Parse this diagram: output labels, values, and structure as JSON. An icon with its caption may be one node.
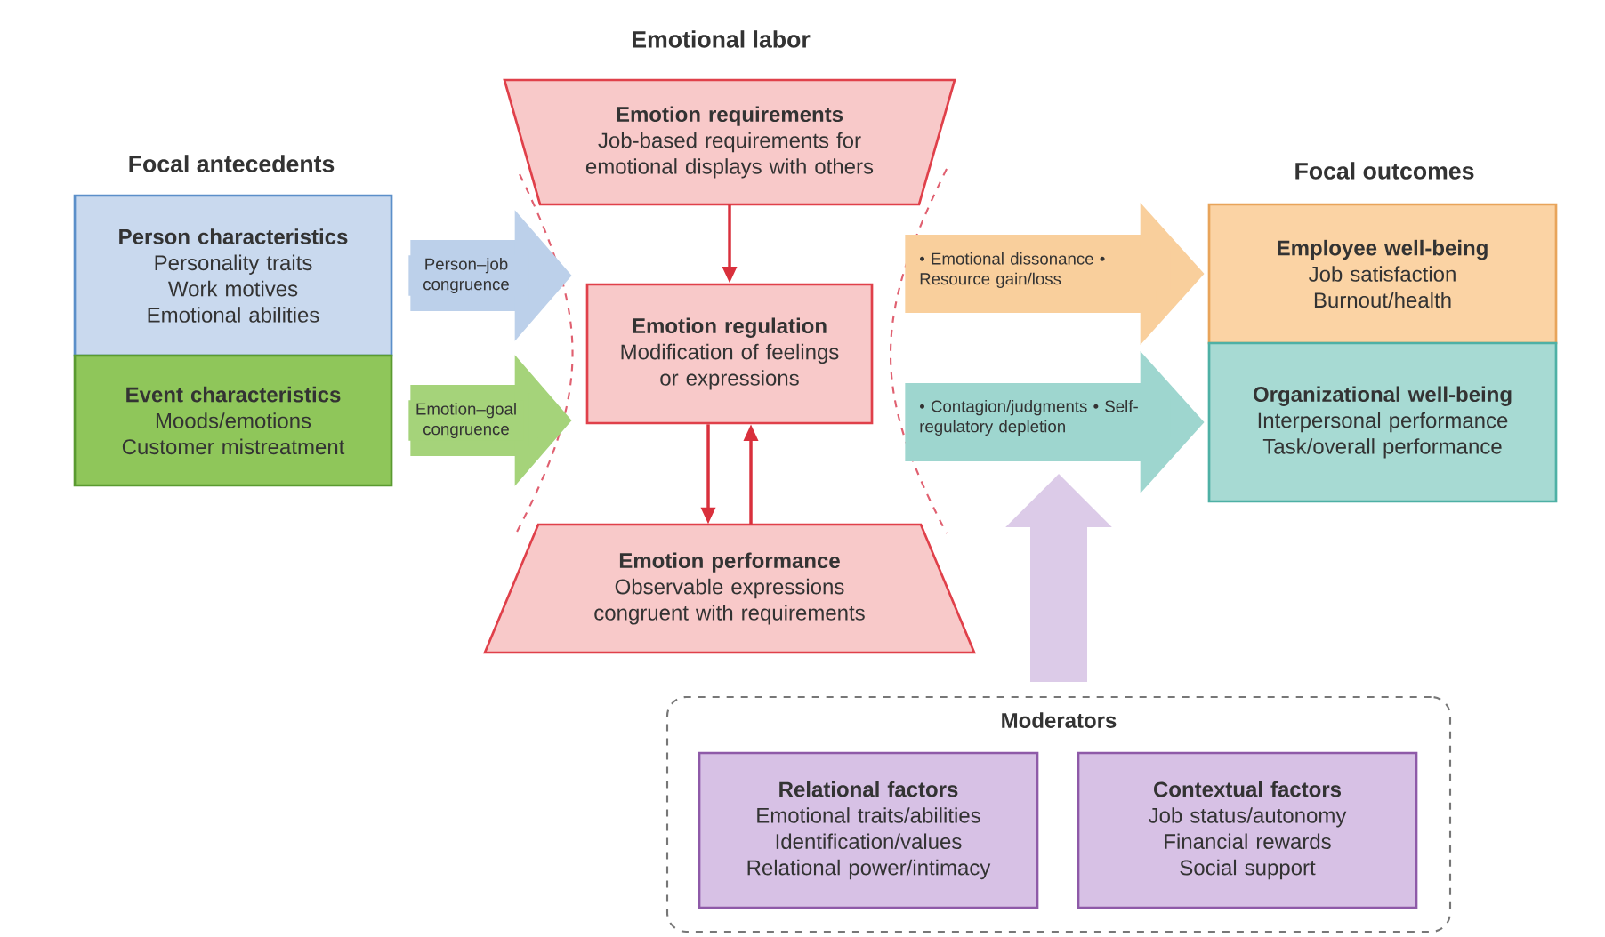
{
  "diagram": {
    "nodes": [
      {
        "text": [
          "Person characteristics",
          "Personality traits",
          "Work motives",
          "Emotional abilities"
        ]
      },
      {
        "text": [
          "Event characteristics",
          "Moods/emotions",
          "Customer mistreatment"
        ]
      },
      {
        "text": [
          "Emotion requirements",
          "Job-based requirements for emotional displays with others"
        ]
      },
      {
        "text": [
          "Emotion regulation",
          "Modification of feelings or expressions"
        ]
      },
      {
        "text": [
          "Emotion performance",
          "Observable expressions congruent with requirements"
        ]
      },
      {
        "text": [
          "Employee well-being",
          "Job satisfaction",
          "Burnout/health"
        ]
      },
      {
        "text": [
          "Organizational well-being",
          "Interpersonal performance",
          "Task/overall performance"
        ]
      },
      {
        "text": [
          "Moderators"
        ]
      },
      {
        "text": [
          "Relational factors",
          "Emotional traits/abilities",
          "Identification/values",
          "Relational power/intimacy"
        ],
        "in": 7
      },
      {
        "text": [
          "Contextual factors",
          "Job status/autonomy",
          "Financial rewards",
          "Social support"
        ],
        "in": 7
      }
    ],
    "edges": [
      {
        "from": 0,
        "to": 3,
        "arrow": "to",
        "label": "Person–job congruence",
        "color": "#bcd0ea"
      },
      {
        "from": 1,
        "to": 3,
        "arrow": "to",
        "label": "Emotion–goal congruence",
        "color": "#a5d37a"
      },
      {
        "from": 2,
        "to": 3,
        "arrow": "to",
        "color": "#d9303c"
      },
      {
        "from": 3,
        "to": 4,
        "arrow": "to",
        "color": "#d9303c"
      },
      {
        "from": 4,
        "to": 3,
        "arrow": "to",
        "color": "#d9303c"
      },
      {
        "from": 3,
        "to": 5,
        "arrow": "to",
        "label": "• Emotional dissonance • Resource gain/loss",
        "color": "#f9cf9c"
      },
      {
        "from": 3,
        "to": 6,
        "arrow": "to",
        "label": "• Contagion/judgments • Self-regulatory depletion",
        "color": "#9ed6cf"
      },
      {
        "from": 7,
        "to": null,
        "arrow": "to",
        "color": "#dccbe8"
      }
    ],
    "labels": [
      "Emotional labor",
      "Focal antecedents",
      "Focal outcomes"
    ]
  }
}
